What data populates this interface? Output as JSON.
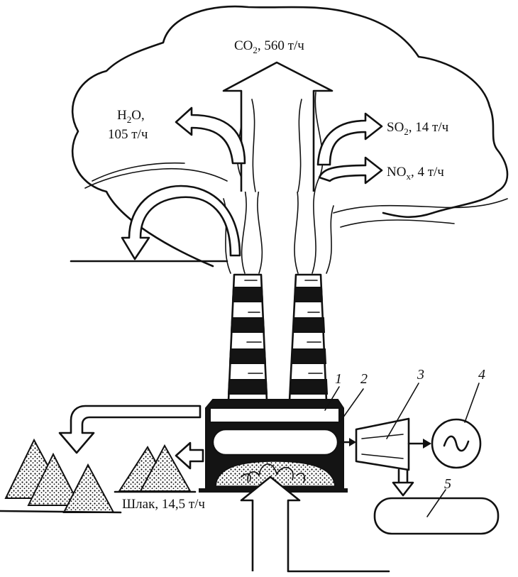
{
  "emissions": {
    "co2": {
      "formula": "CO",
      "sub": "2",
      "amount": ", 560 т/ч"
    },
    "h2o": {
      "formula_a": "H",
      "sub": "2",
      "formula_b": "O,",
      "amount": "105 т/ч"
    },
    "so2": {
      "formula": "SO",
      "sub": "2",
      "amount": ", 14 т/ч"
    },
    "nox": {
      "formula": "NO",
      "sub": "x",
      "amount": ", 4 т/ч"
    }
  },
  "slag": {
    "label": "Шлак, 14,5 т/ч"
  },
  "callouts": [
    "1",
    "2",
    "3",
    "4",
    "5"
  ],
  "colors": {
    "ink": "#111111",
    "paper": "#ffffff"
  }
}
